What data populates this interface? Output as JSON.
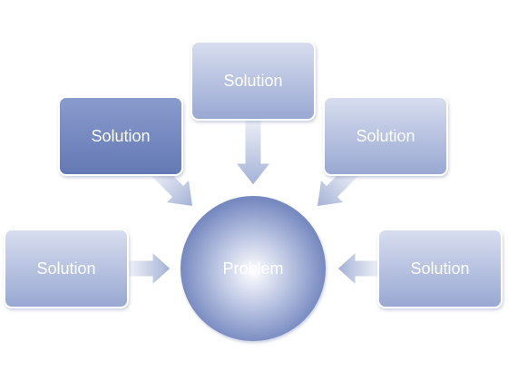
{
  "diagram": {
    "center": {
      "label": "Problem"
    },
    "nodes": [
      {
        "label": "Solution"
      },
      {
        "label": "Solution"
      },
      {
        "label": "Solution"
      },
      {
        "label": "Solution"
      },
      {
        "label": "Solution"
      }
    ]
  },
  "colors": {
    "box_dark_top": "#8a9ccd",
    "box_dark_bottom": "#6377b3",
    "box_light_top": "#d8deef",
    "box_light_bottom": "#98a7d2",
    "box_border": "#ffffff",
    "arrow_light": "#e6eaf4",
    "arrow_dark": "#a4b1d6",
    "circle_center": "#ffffff",
    "circle_mid": "#b7c2e1",
    "circle_edge": "#7689c0"
  }
}
